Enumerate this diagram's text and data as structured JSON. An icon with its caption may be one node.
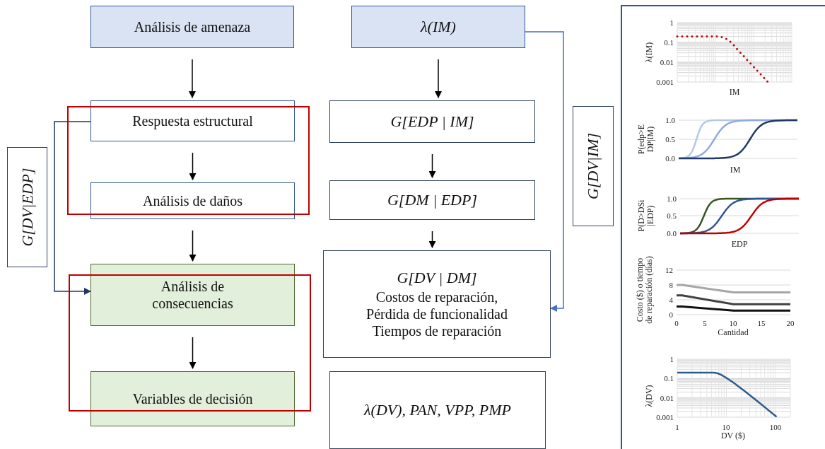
{
  "diagram": {
    "nodes": [
      {
        "text": [
          "Análisis de amenaza"
        ]
      },
      {
        "text": [
          "Respuesta estructural"
        ]
      },
      {
        "text": [
          "Análisis de daños"
        ]
      },
      {
        "text": [
          "Análisis de consecuencias"
        ]
      },
      {
        "text": [
          "Variables de decisión"
        ]
      },
      {
        "text": [
          "λ(IM)"
        ]
      },
      {
        "text": [
          "G[EDP | IM]"
        ]
      },
      {
        "text": [
          "G[DM | EDP]"
        ]
      },
      {
        "text": [
          "G[DV | DM]",
          "Costos de reparación, Pérdida de funcionalidad Tiempos de reparación"
        ]
      },
      {
        "text": [
          "λ(DV), PAN, VPP, PMP"
        ]
      },
      {
        "text": [
          "G[DV|EDP]"
        ]
      },
      {
        "text": [
          "G[DV|IM]"
        ]
      }
    ],
    "edges": [
      {
        "from": 0,
        "to": 1,
        "arrow": "to"
      },
      {
        "from": 1,
        "to": 2,
        "arrow": "to"
      },
      {
        "from": 2,
        "to": 3,
        "arrow": "to"
      },
      {
        "from": 3,
        "to": 4,
        "arrow": "to"
      },
      {
        "from": 5,
        "to": 6,
        "arrow": "to"
      },
      {
        "from": 6,
        "to": 7,
        "arrow": "to"
      },
      {
        "from": 7,
        "to": 8,
        "arrow": "to"
      },
      {
        "from": 1,
        "to": 3,
        "arrow": "to",
        "color": "#1f3864"
      },
      {
        "from": 5,
        "to": 8,
        "arrow": "to",
        "color": "#4472c4"
      }
    ],
    "labels": [
      "1",
      "0.1",
      "0.01",
      "0.001",
      "λ(IM)",
      "IM",
      "1.0",
      "0.5",
      "0.0",
      "P(edp>E DP|IM)",
      "IM",
      "1.0",
      "0.5",
      "0.0",
      "P(D>DSi |EDP)",
      "EDP",
      "12",
      "8",
      "4",
      "0",
      "Costo ($) o tiempo de reparación (días)",
      "0",
      "5",
      "10",
      "15",
      "20",
      "Cantidad",
      "1",
      "0.1",
      "0.01",
      "0.001",
      "λ(DV)",
      "1",
      "10",
      "100",
      "DV ($)"
    ]
  }
}
